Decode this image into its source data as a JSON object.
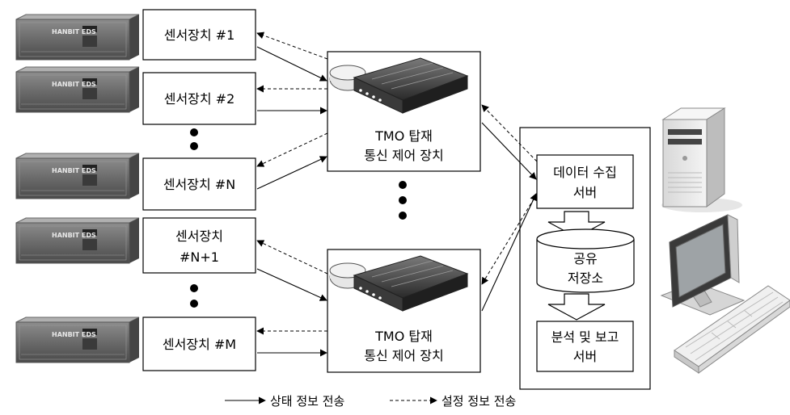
{
  "rack_label": "HANBIT EDS",
  "sensors": [
    {
      "lines": [
        "센서장치 #1"
      ]
    },
    {
      "lines": [
        "센서장치 #2"
      ]
    },
    {
      "lines": [
        "센서장치 #N"
      ]
    },
    {
      "lines": [
        "센서장치",
        "#N+1"
      ]
    },
    {
      "lines": [
        "센서장치 #M"
      ]
    }
  ],
  "controllers": [
    {
      "lines": [
        "TMO 탑재",
        "통신 제어 장치"
      ]
    },
    {
      "lines": [
        "TMO 탑재",
        "통신 제어 장치"
      ]
    }
  ],
  "server": {
    "collect_lines": [
      "데이터 수집",
      "서버"
    ],
    "storage_lines": [
      "공유",
      "저장소"
    ],
    "analysis_lines": [
      "분석 및 보고",
      "서버"
    ]
  },
  "legend": {
    "solid_label": "상태 정보 전송",
    "dashed_label": "설정 정보 전송"
  },
  "icons": [
    "rack-device-icon",
    "modem-icon",
    "server-tower-icon",
    "monitor-icon",
    "keyboard-icon"
  ]
}
